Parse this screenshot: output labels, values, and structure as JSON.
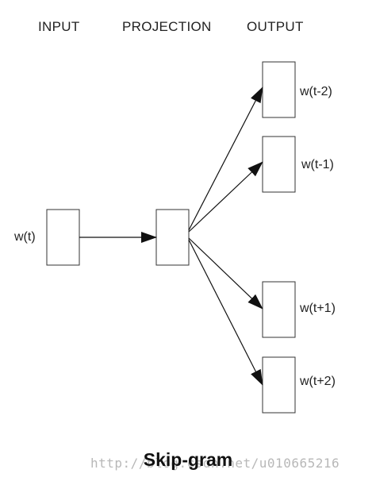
{
  "headers": {
    "input": "INPUT",
    "projection": "PROJECTION",
    "output": "OUTPUT"
  },
  "nodes": {
    "input_word": "w(t)",
    "outputs": [
      "w(t-2)",
      "w(t-1)",
      "w(t+1)",
      "w(t+2)"
    ]
  },
  "title": "Skip-gram",
  "watermark": "http://blog.csdn.net/u010665216"
}
